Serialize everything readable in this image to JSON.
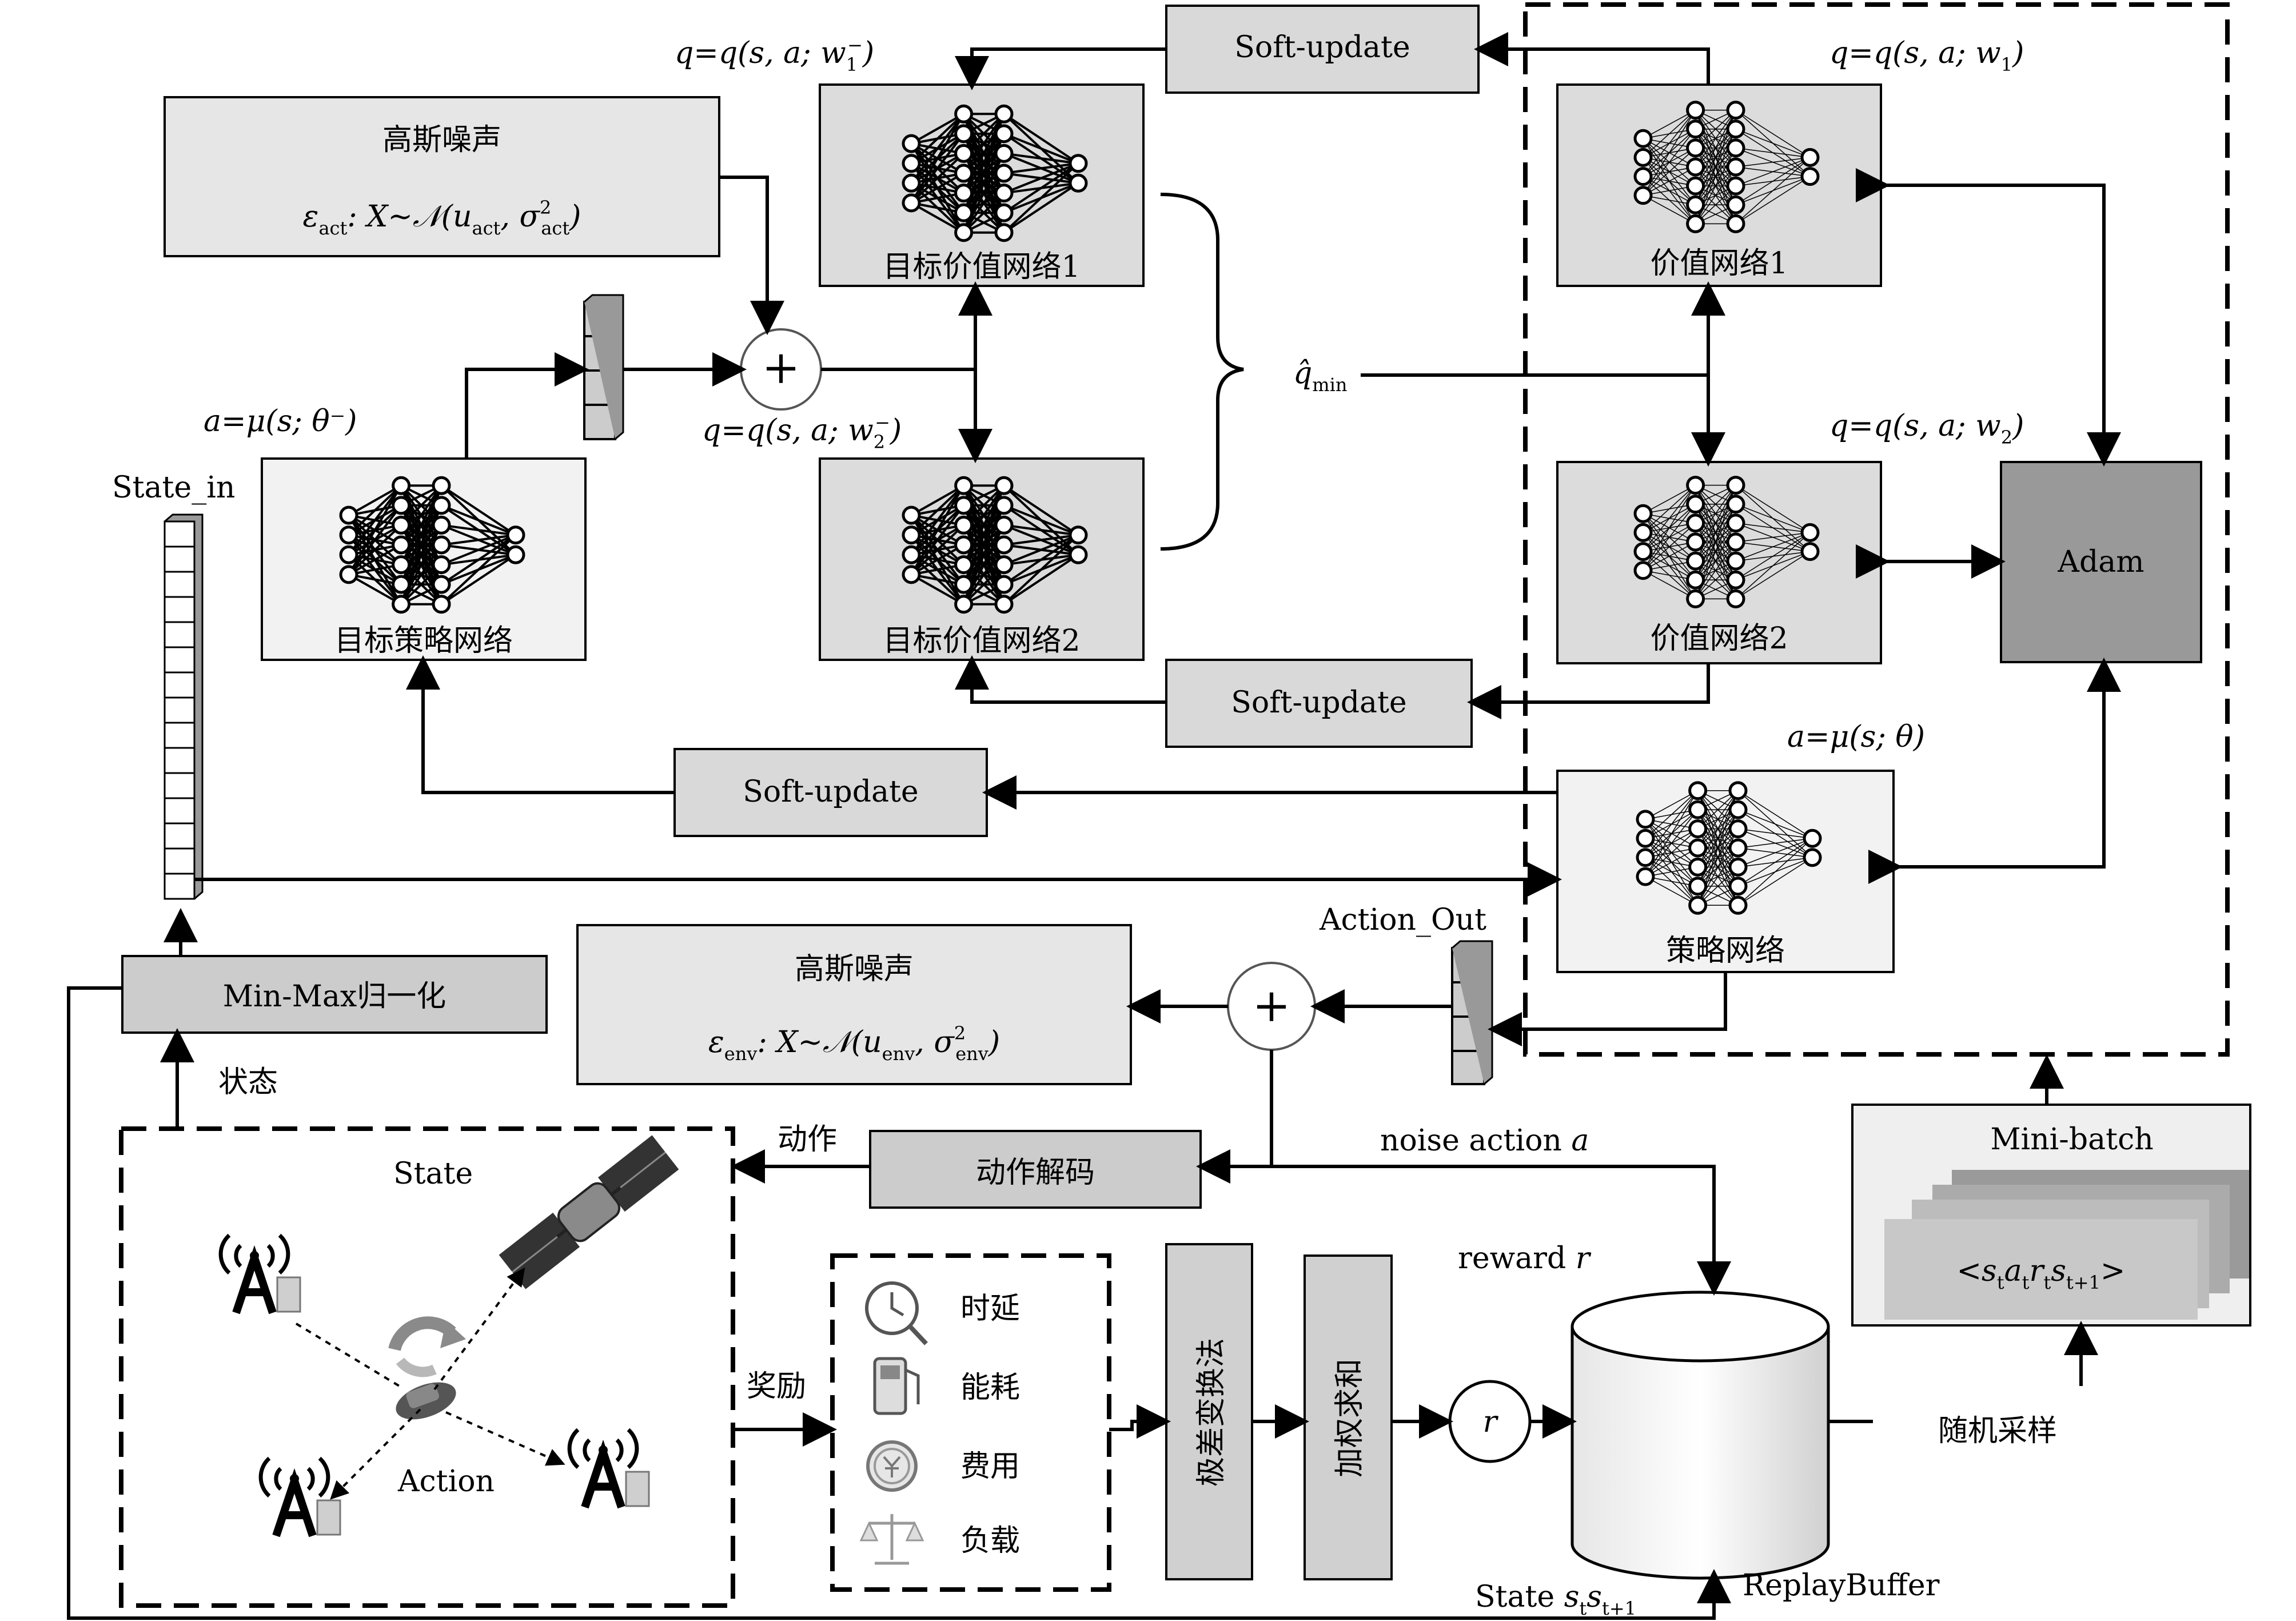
{
  "target_networks": {
    "policy": {
      "label": "目标策略网络",
      "formula": "a=μ(s; θ⁻)"
    },
    "value1": {
      "label": "目标价值网络1",
      "formula_main": "q=q(s, a; w",
      "formula_sub": "1",
      "formula_sup": "−",
      "formula_end": ")"
    },
    "value2": {
      "label": "目标价值网络2",
      "formula_main": "q=q(s, a; w",
      "formula_sub": "2",
      "formula_sup": "−",
      "formula_end": ")"
    }
  },
  "online_networks": {
    "value1": {
      "label": "价值网络1",
      "formula_main": "q=q(s, a; w",
      "formula_sub": "1",
      "formula_end": ")"
    },
    "value2": {
      "label": "价值网络2",
      "formula_main": "q=q(s, a; w",
      "formula_sub": "2",
      "formula_end": ")"
    },
    "policy": {
      "label": "策略网络",
      "formula": "a=μ(s; θ)"
    }
  },
  "optimizer": {
    "label": "Adam"
  },
  "soft_update": {
    "label": "Soft-update"
  },
  "noise_act": {
    "title": "高斯噪声",
    "eps": "ε",
    "eps_sub": "act",
    "dist": ": X~𝒩(u",
    "u_sub": "act",
    "sigma": ", σ",
    "sigma_sup": "2",
    "sigma_sub": "act",
    "end": ")"
  },
  "noise_env": {
    "title": "高斯噪声",
    "eps": "ε",
    "eps_sub": "env",
    "dist": ": X~𝒩(u",
    "u_sub": "env",
    "sigma": ", σ",
    "sigma_sup": "2",
    "sigma_sub": "env",
    "end": ")"
  },
  "q_min": {
    "symbol": "q̂",
    "sub": "min"
  },
  "labels": {
    "state_in": "State_in",
    "action_out": "Action_Out",
    "minmax": "Min-Max归一化",
    "state_cn": "状态",
    "action_cn": "动作",
    "reward_cn": "奖励",
    "decode": "动作解码",
    "noise_action_text": "noise action ",
    "noise_action_var": "a",
    "reward_text": "reward ",
    "reward_var": "r",
    "r_node": "r",
    "replay_buffer": "ReplayBuffer",
    "random_sample": "随机采样",
    "state_bottom_text": "State ",
    "state_bottom_var1": "s",
    "state_bottom_sub1": "t",
    "state_bottom_var2": "s",
    "state_bottom_sub2": "t+1",
    "minibatch": "Mini-batch",
    "tuple": "<s",
    "tuple_sub": "t",
    "tuple_a": "a",
    "tuple_r": "r",
    "tuple_s2": "s",
    "tuple_s2_sub": "t+1",
    "tuple_end": ">",
    "env_state": "State",
    "env_action": "Action",
    "range_transform": "极差变换法",
    "weighted_sum": "加权求和"
  },
  "metrics": [
    {
      "label": "时延",
      "icon": "clock-icon"
    },
    {
      "label": "能耗",
      "icon": "fuel-pump-icon"
    },
    {
      "label": "费用",
      "icon": "coin-icon"
    },
    {
      "label": "负载",
      "icon": "scale-icon"
    }
  ]
}
